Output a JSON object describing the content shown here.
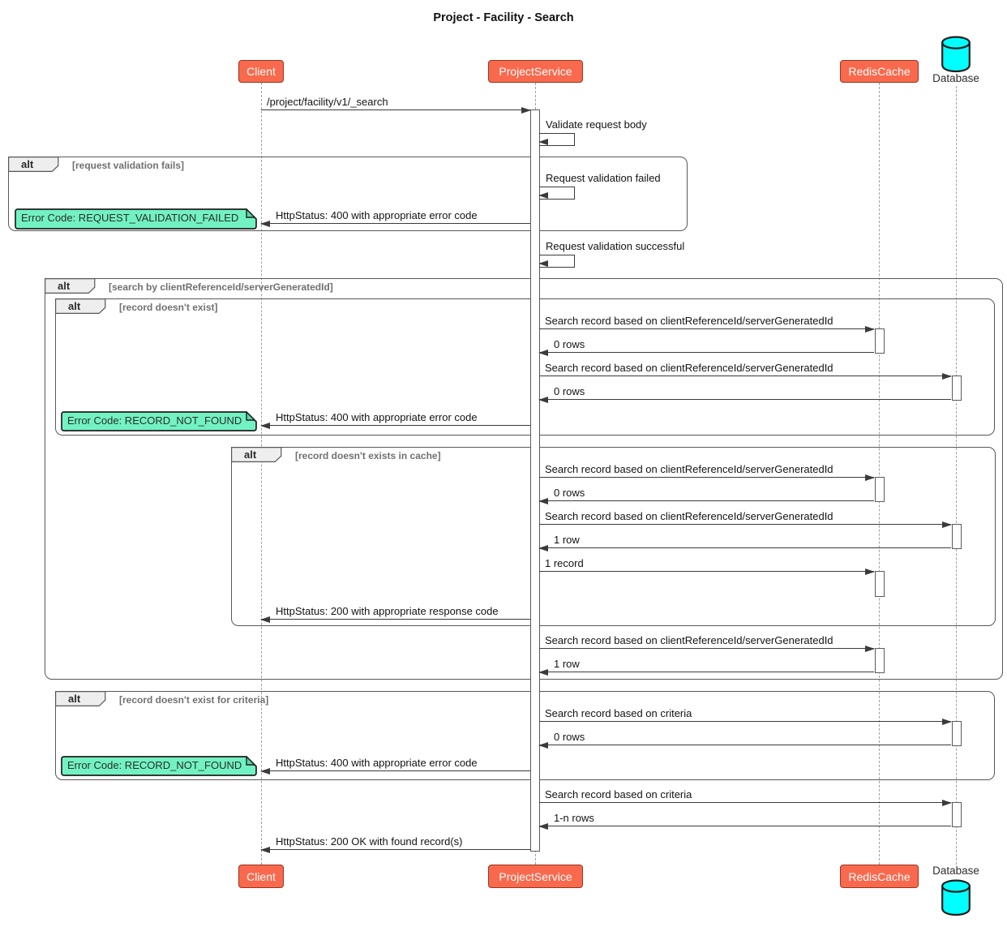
{
  "title": "Project - Facility - Search",
  "participants": {
    "client": "Client",
    "project_service": "ProjectService",
    "redis_cache": "RedisCache",
    "database": "Database"
  },
  "fragments": [
    {
      "keyword": "alt",
      "condition": "[request validation fails]"
    },
    {
      "keyword": "alt",
      "condition": "[search by clientReferenceId/serverGeneratedId]"
    },
    {
      "keyword": "alt",
      "condition": "[record doesn't exist]"
    },
    {
      "keyword": "alt",
      "condition": "[record doesn't exists in cache]"
    },
    {
      "keyword": "alt",
      "condition": "[record doesn't exist for criteria]"
    }
  ],
  "messages": {
    "search_request": "/project/facility/v1/_search",
    "validate_request_body": "Validate request body",
    "request_validation_failed": "Request validation failed",
    "request_validation_successful": "Request validation successful",
    "http_400_error": "HttpStatus: 400 with appropriate error code",
    "http_200_response": "HttpStatus: 200 with appropriate response code",
    "http_200_ok": "HttpStatus: 200 OK with found record(s)",
    "search_by_ids": "Search record based on clientReferenceId/serverGeneratedId",
    "search_by_criteria": "Search record based on criteria",
    "zero_rows": "0 rows",
    "one_row": "1 row",
    "one_n_rows": "1-n rows",
    "one_record": "1 record"
  },
  "notes": {
    "request_validation_failed": "Error Code: REQUEST_VALIDATION_FAILED",
    "record_not_found": "Error Code: RECORD_NOT_FOUND"
  },
  "colors": {
    "participant_fill": "#F9694D",
    "participant_border": "#97361F",
    "note_fill": "#72F2C2",
    "database_fill": "#00FFFF",
    "fragment_border": "#585858",
    "arrow": "#3b3b3b"
  }
}
